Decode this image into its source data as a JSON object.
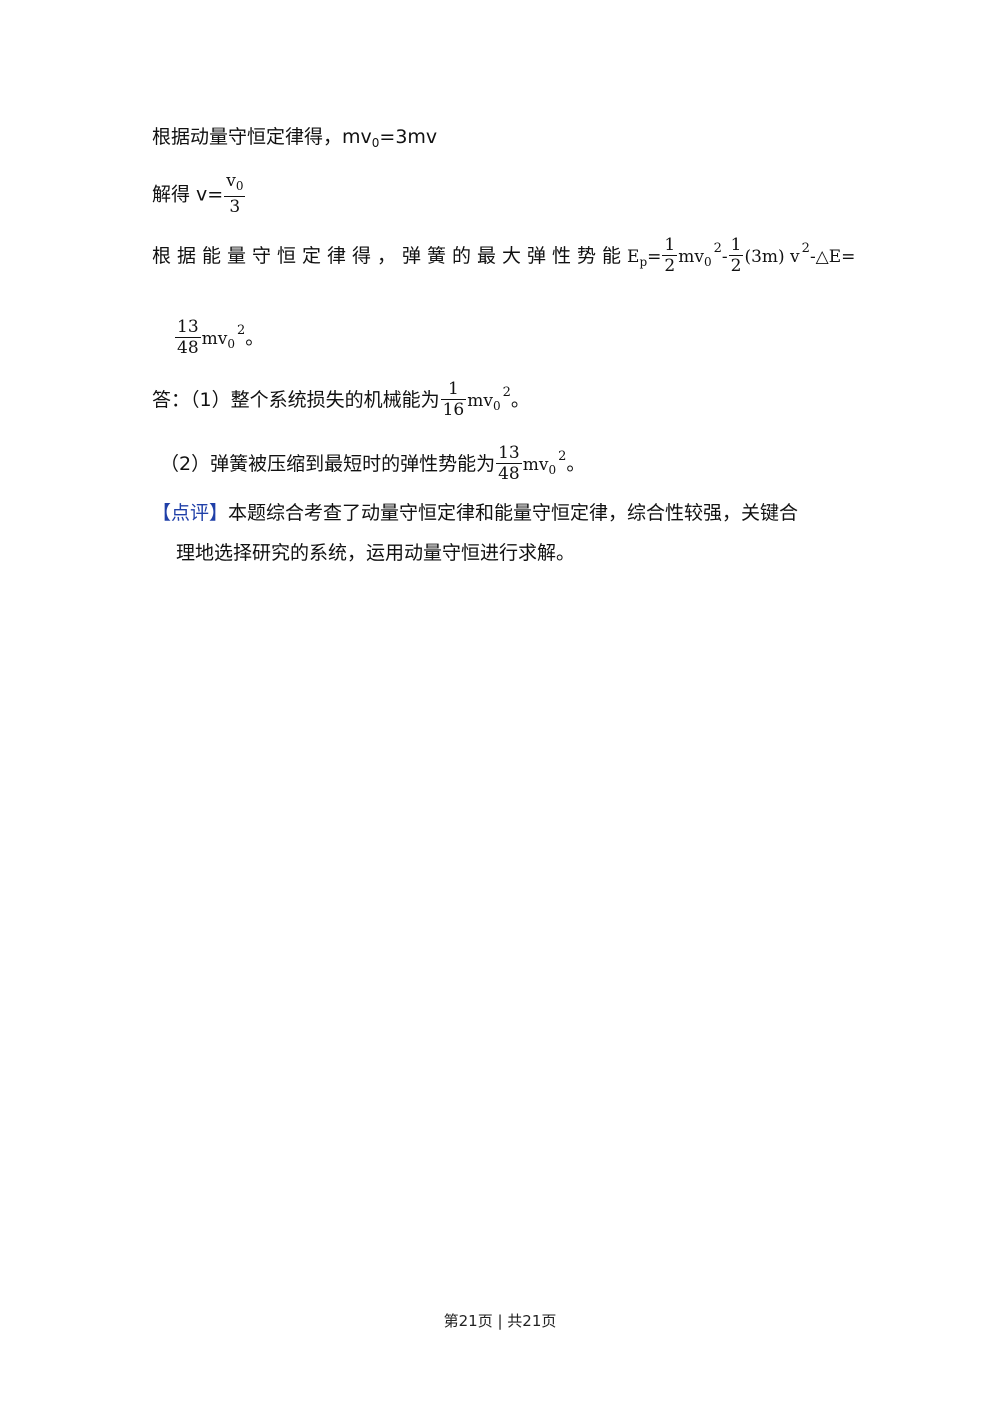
{
  "lines": {
    "l1_text": "根据动量守恒定律得，mv",
    "l1_sub": "0",
    "l1_tail": "=3mv",
    "l2_text": "解得 v=",
    "l2_num": "v",
    "l2_num_sub": "0",
    "l2_den": "3",
    "l3_text": "根据能量守恒定律得，弹簧的最大弹性势能",
    "l3_E": "E",
    "l3_E_sub": "p",
    "l3_eq": "=",
    "l3_f1_num": "1",
    "l3_f1_den": "2",
    "l3_mv": "mv",
    "l3_mv_sub": "0",
    "l3_sup1": "2",
    "l3_minus": "-",
    "l3_f2_num": "1",
    "l3_f2_den": "2",
    "l3_mid": "(3m) v",
    "l3_sup2": "2",
    "l3_tail": "-△E=",
    "l4_num": "13",
    "l4_den": "48",
    "l4_mv": "mv",
    "l4_sub": "0",
    "l4_sup": "2",
    "l4_end": "。",
    "l5_text": "答：（1）整个系统损失的机械能为",
    "l5_num": "1",
    "l5_den": "16",
    "l5_mv": "mv",
    "l5_sub": "0",
    "l5_sup": "2",
    "l5_end": "。",
    "l6_text": "（2）弹簧被压缩到最短时的弹性势能为",
    "l6_num": "13",
    "l6_den": "48",
    "l6_mv": "mv",
    "l6_sub": "0",
    "l6_sup": "2",
    "l6_end": "。",
    "l7_label": "【点评】",
    "l7_text": "本题综合考查了动量守恒定律和能量守恒定律，综合性较强，关键合",
    "l8_text": "理地选择研究的系统，运用动量守恒进行求解。"
  },
  "footer": {
    "text": "第21页  | 共21页"
  },
  "colors": {
    "label_blue": "#1f3fa8"
  }
}
